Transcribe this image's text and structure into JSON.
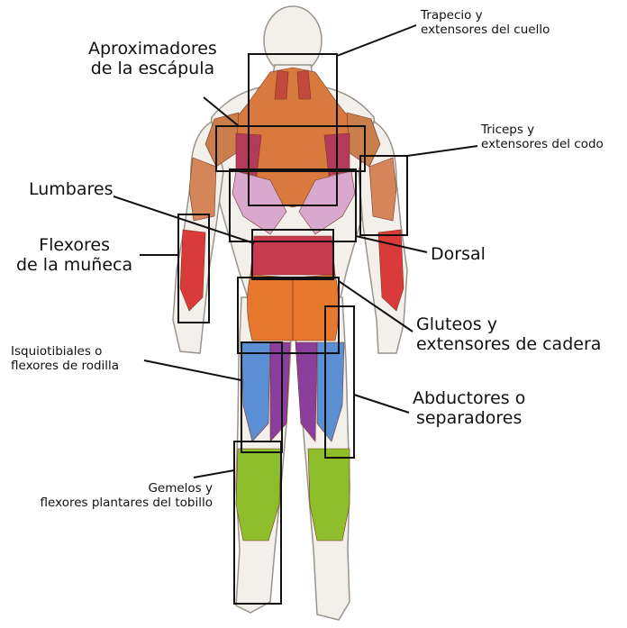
{
  "labels": {
    "trapecio": [
      "Trapecio y",
      "extensores del cuello"
    ],
    "aproximadores": [
      "Aproximadores",
      "de la escápula"
    ],
    "triceps": [
      "Triceps y",
      "extensores del codo"
    ],
    "lumbares": [
      "Lumbares"
    ],
    "flexores_muneca": [
      "Flexores",
      "de la muñeca"
    ],
    "dorsal": [
      "Dorsal"
    ],
    "gluteos": [
      "Gluteos y",
      "extensores de cadera"
    ],
    "isquiotibiales": [
      "Isquiotibiales o",
      "flexores de rodilla"
    ],
    "abductores": [
      "Abductores o",
      "separadores"
    ],
    "gemelos": [
      "Gemelos y",
      "flexores plantares del tobillo"
    ]
  },
  "colors": {
    "skin": "#f3efea",
    "outline": "#9a948c",
    "trapezius": "#d87a3e",
    "latissimus": "#d9a8cf",
    "shoulder": "#c97e4c",
    "triceps": "#d4855a",
    "forearm_red": "#d93a3a",
    "gluteus": "#e8782e",
    "hamstring_blue": "#5a8fd4",
    "hamstring_purple": "#8a3f9c",
    "calf_green": "#8fbe2c",
    "box": "#111111"
  }
}
